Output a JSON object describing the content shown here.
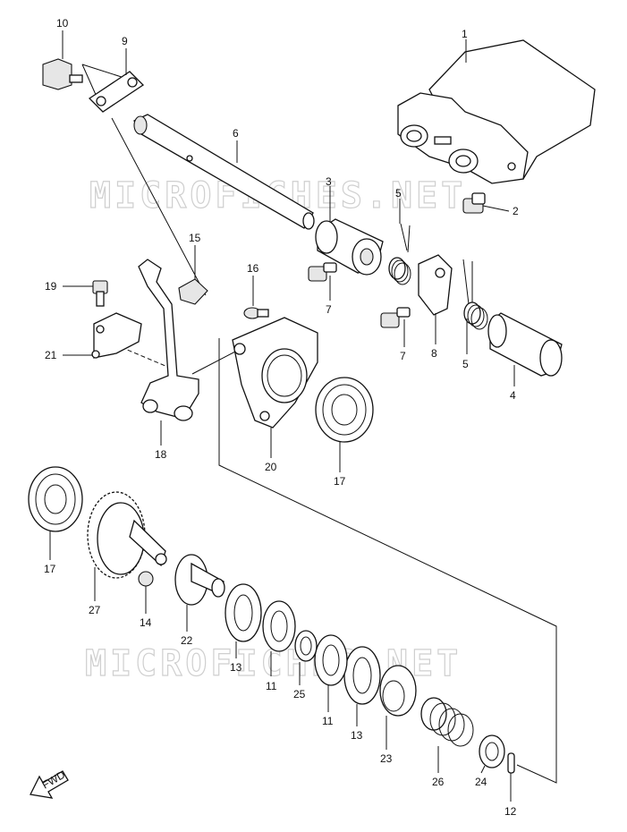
{
  "watermark": "MICROFICHES.NET",
  "fwd_label": "FWD",
  "callouts": [
    {
      "id": "1",
      "label": "1"
    },
    {
      "id": "2",
      "label": "2"
    },
    {
      "id": "3",
      "label": "3"
    },
    {
      "id": "4",
      "label": "4"
    },
    {
      "id": "5a",
      "label": "5"
    },
    {
      "id": "5b",
      "label": "5"
    },
    {
      "id": "6",
      "label": "6"
    },
    {
      "id": "7a",
      "label": "7"
    },
    {
      "id": "7b",
      "label": "7"
    },
    {
      "id": "8",
      "label": "8"
    },
    {
      "id": "9",
      "label": "9"
    },
    {
      "id": "10",
      "label": "10"
    },
    {
      "id": "11a",
      "label": "11"
    },
    {
      "id": "11b",
      "label": "11"
    },
    {
      "id": "12",
      "label": "12"
    },
    {
      "id": "13a",
      "label": "13"
    },
    {
      "id": "13b",
      "label": "13"
    },
    {
      "id": "14",
      "label": "14"
    },
    {
      "id": "15",
      "label": "15"
    },
    {
      "id": "16",
      "label": "16"
    },
    {
      "id": "17a",
      "label": "17"
    },
    {
      "id": "17b",
      "label": "17"
    },
    {
      "id": "18",
      "label": "18"
    },
    {
      "id": "19",
      "label": "19"
    },
    {
      "id": "20",
      "label": "20"
    },
    {
      "id": "21",
      "label": "21"
    },
    {
      "id": "22",
      "label": "22"
    },
    {
      "id": "23",
      "label": "23"
    },
    {
      "id": "24",
      "label": "24"
    },
    {
      "id": "25",
      "label": "25"
    },
    {
      "id": "26",
      "label": "26"
    },
    {
      "id": "27",
      "label": "27"
    }
  ]
}
